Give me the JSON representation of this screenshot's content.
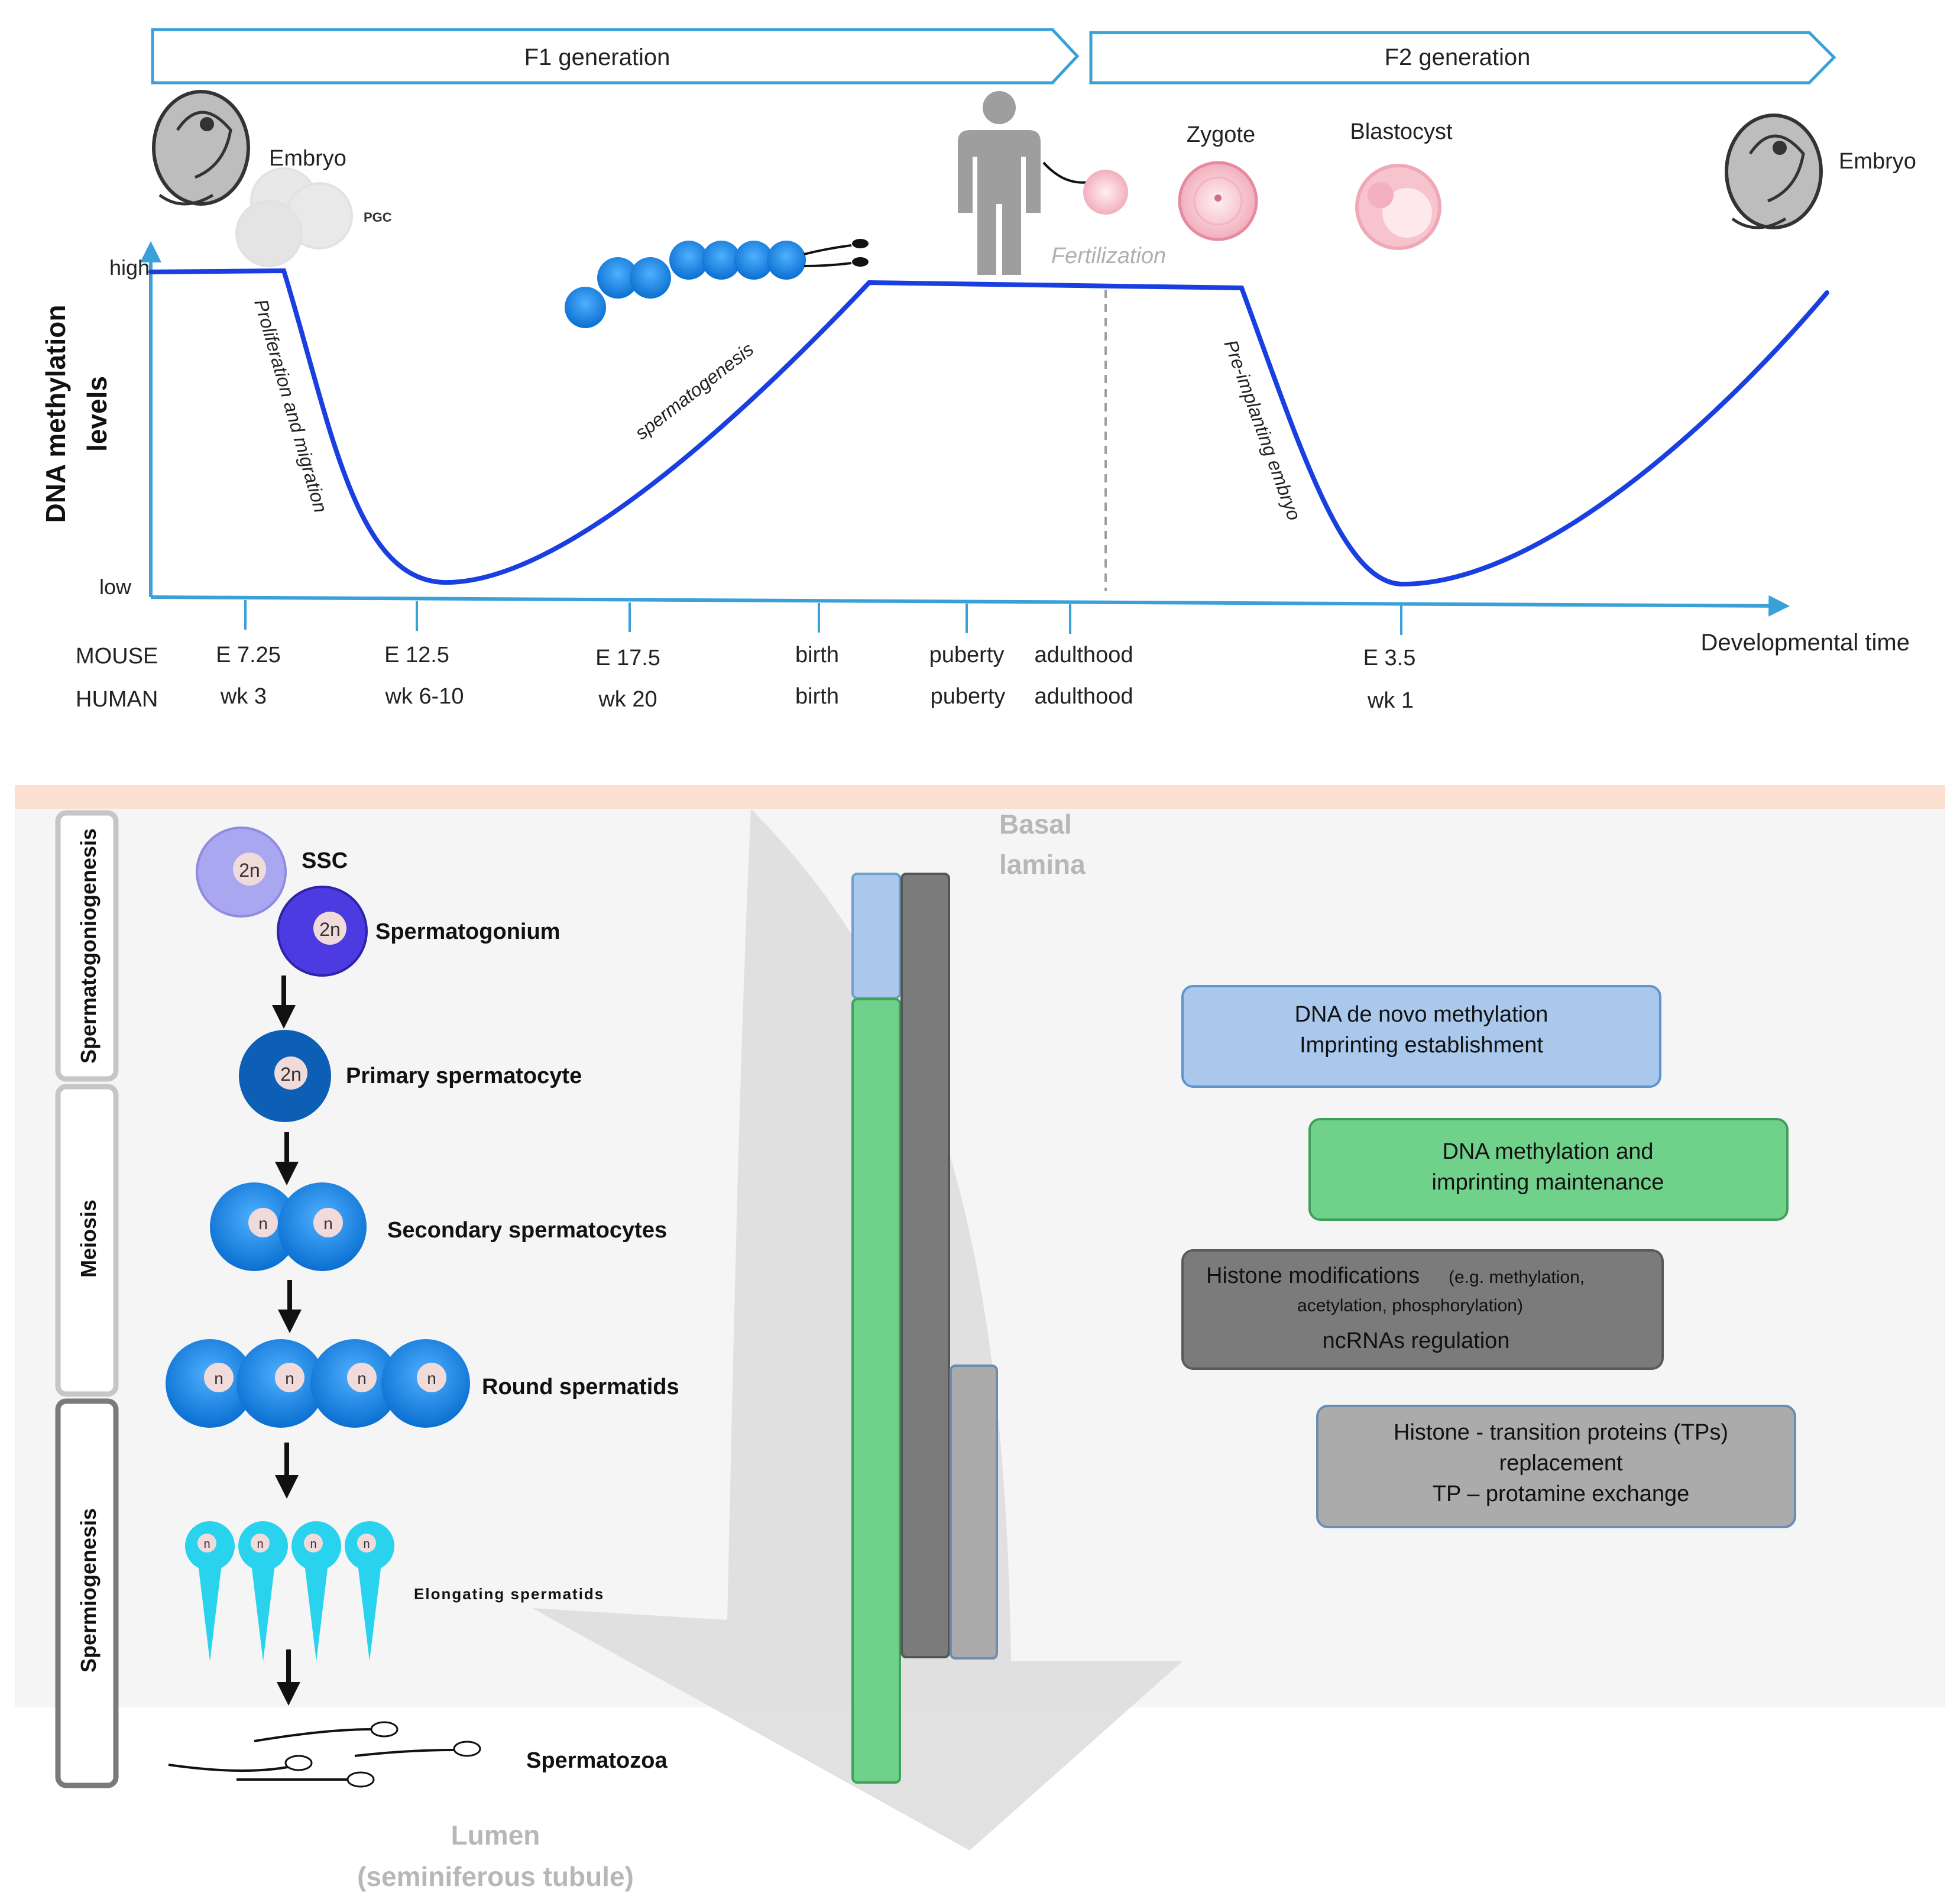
{
  "generations": {
    "f1": "F1 generation",
    "f2": "F2 generation"
  },
  "icons": {
    "embryo_left": "Embryo",
    "pgc": "PGC",
    "zygote": "Zygote",
    "blastocyst": "Blastocyst",
    "fertilization": "Fertilization",
    "embryo_right": "Embryo"
  },
  "axes": {
    "ylabel_line1": "DNA methylation",
    "ylabel_line2": "levels",
    "y_high": "high",
    "y_low": "low",
    "xlabel": "Developmental time"
  },
  "curve_labels": {
    "proliferation": "Proliferation and migration",
    "spermatogenesis": "spermatogenesis",
    "preimplanting": "Pre-implanting embryo"
  },
  "timeline": {
    "mouse_label": "MOUSE",
    "human_label": "HUMAN",
    "ticks": [
      {
        "mouse": "E 7.25",
        "human": "wk 3"
      },
      {
        "mouse": "E 12.5",
        "human": "wk 6-10"
      },
      {
        "mouse": "E 17.5",
        "human": "wk 20"
      },
      {
        "mouse": "birth",
        "human": "birth"
      },
      {
        "mouse": "puberty",
        "human": "puberty"
      },
      {
        "mouse": "adulthood",
        "human": "adulthood"
      },
      {
        "mouse": "E 3.5",
        "human": "wk 1"
      }
    ]
  },
  "phases": {
    "spermatogoniogenesis": "Spermatogoniogenesis",
    "meiosis": "Meiosis",
    "spermiogenesis": "Spermiogenesis"
  },
  "cells": {
    "ssc": "SSC",
    "spermatogonium": "Spermatogonium",
    "primary": "Primary spermatocyte",
    "secondary": "Secondary spermatocytes",
    "round": "Round spermatids",
    "elongating": "Elongating spermatids",
    "spermatozoa": "Spermatozoa",
    "ploidy_2n": "2n",
    "ploidy_n": "n"
  },
  "regions": {
    "basal_line1": "Basal",
    "basal_line2": "lamina",
    "lumen_line1": "Lumen",
    "lumen_line2": "(seminiferous tubule)"
  },
  "boxes": {
    "blue_line1": "DNA de novo methylation",
    "blue_line2": "Imprinting establishment",
    "green_line1": "DNA methylation and",
    "green_line2": "imprinting maintenance",
    "dark_line1a": "Histone modifications",
    "dark_line1b": "(e.g. methylation,",
    "dark_line2": "acetylation, phosphorylation)",
    "dark_line3": "ncRNAs regulation",
    "light_line1": "Histone - transition proteins (TPs)",
    "light_line2": "replacement",
    "light_line3": "TP – protamine exchange"
  },
  "colors": {
    "curve": "#1a3fe0",
    "arrow_outline": "#3aa0d8",
    "axis": "#3aa0d8",
    "blue_box": "#a9c8ec",
    "green_box": "#6fd18a",
    "dark_box": "#7b7b7b",
    "light_box": "#ababab",
    "cell_blue": "#1e88e5",
    "cell_cyan": "#29d3ee"
  }
}
